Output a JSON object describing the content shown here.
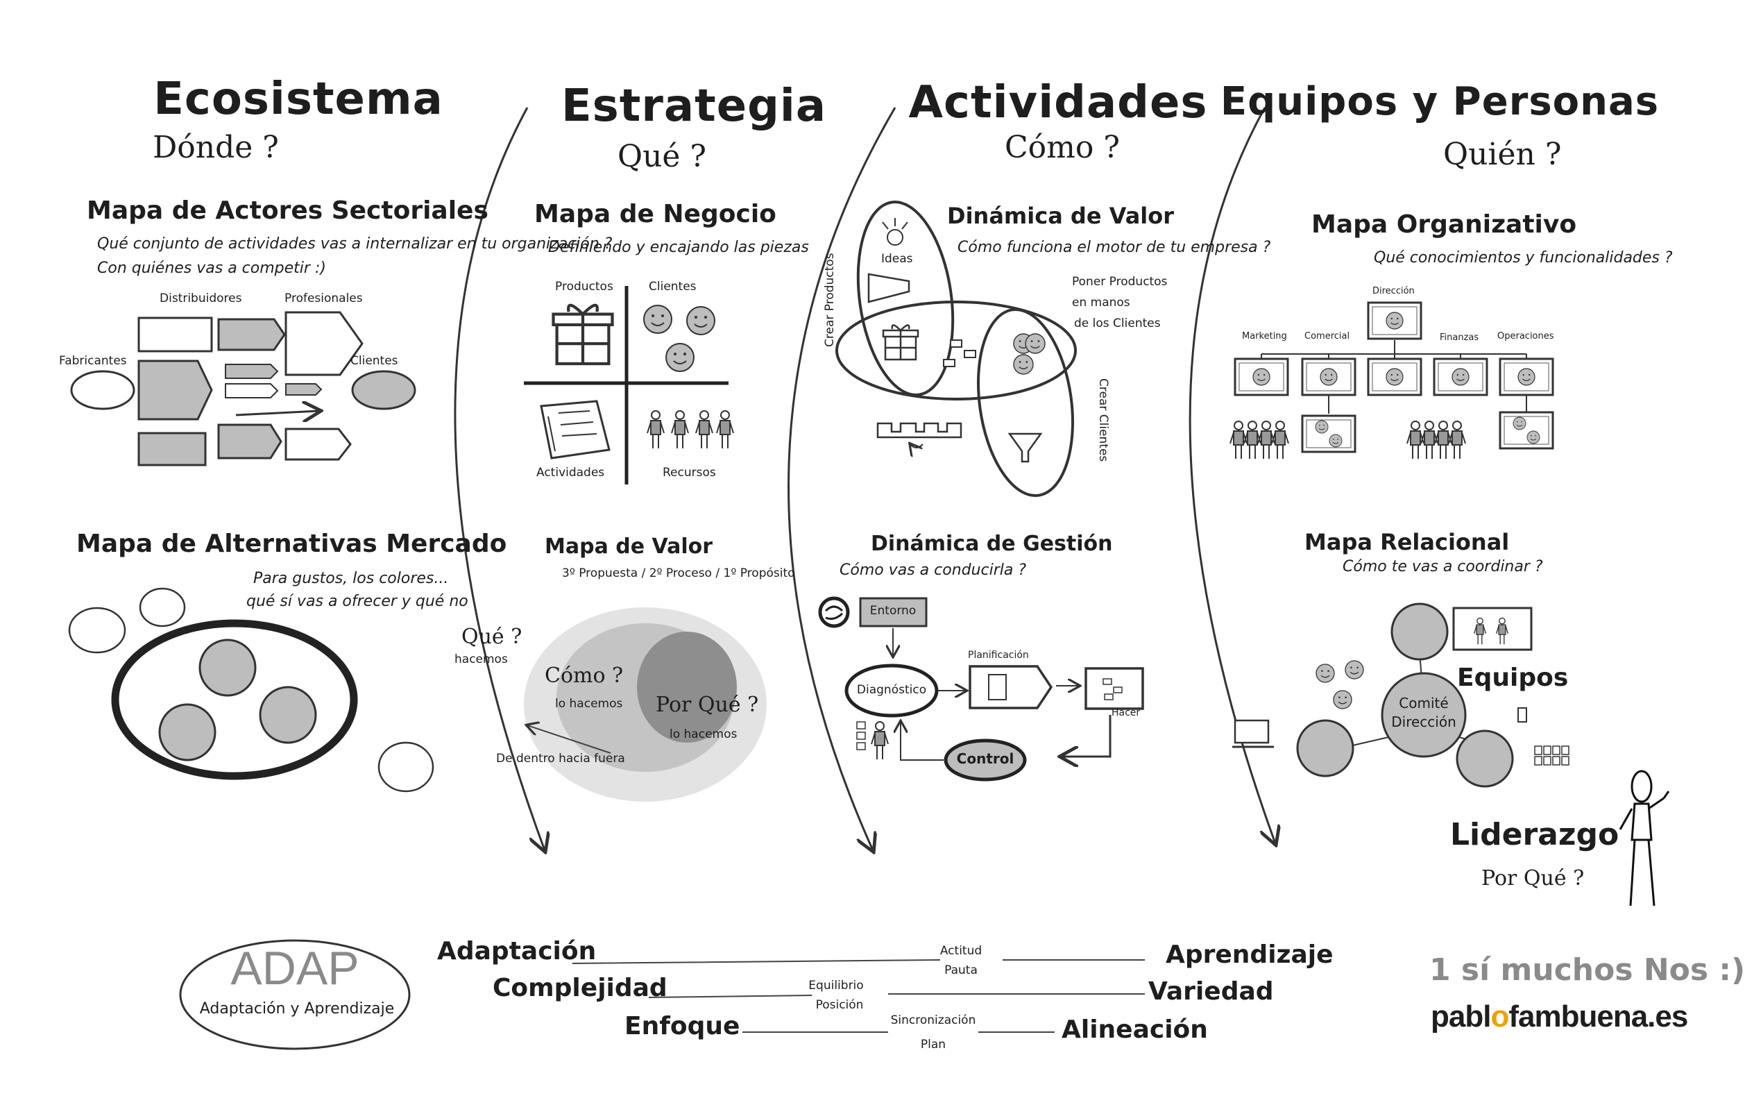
{
  "columns": [
    {
      "title": "Ecosistema",
      "question": "Dónde ?"
    },
    {
      "title": "Estrategia",
      "question": "Qué ?"
    },
    {
      "title": "Actividades",
      "question": "Cómo ?"
    },
    {
      "title": "Equipos y Personas",
      "question": "Quién ?"
    }
  ],
  "ecosistema": {
    "mapa_actores": {
      "title": "Mapa de Actores Sectoriales",
      "question1": "Qué conjunto de actividades vas a internalizar en tu organización ?",
      "question2": "Con quiénes vas a competir :)",
      "labels": {
        "fabricantes": "Fabricantes",
        "distribuidores": "Distribuidores",
        "profesionales": "Profesionales",
        "clientes": "Clientes"
      }
    },
    "mapa_alternativas": {
      "title": "Mapa de Alternativas Mercado",
      "note1": "Para gustos, los colores...",
      "note2": "qué sí vas a ofrecer y qué no"
    }
  },
  "estrategia": {
    "mapa_negocio": {
      "title": "Mapa de Negocio",
      "subtitle": "Definiendo y encajando las piezas",
      "quadrants": [
        "Productos",
        "Clientes",
        "Actividades",
        "Recursos"
      ]
    },
    "mapa_valor": {
      "title": "Mapa de Valor",
      "subtitle": "3º Propuesta / 2º Proceso / 1º Propósito",
      "que": "Qué ?",
      "que_sub": "hacemos",
      "como": "Cómo ?",
      "como_sub": "lo hacemos",
      "porque": "Por Qué ?",
      "porque_sub": "lo hacemos",
      "arrow_label": "De dentro hacia fuera"
    }
  },
  "actividades": {
    "dinamica_valor": {
      "title": "Dinámica de Valor",
      "subtitle": "Cómo funciona el motor de tu empresa ?",
      "ideas": "Ideas",
      "crear_productos": "Crear Productos",
      "poner_productos_1": "Poner Productos",
      "poner_productos_2": "en manos",
      "poner_productos_3": "de los Clientes",
      "crear_clientes": "Crear Clientes"
    },
    "dinamica_gestion": {
      "title": "Dinámica de Gestión",
      "subtitle": "Cómo vas a conducirla ?",
      "entorno": "Entorno",
      "diagnostico": "Diagnóstico",
      "planificacion": "Planificación",
      "hacer": "Hacer",
      "control": "Control"
    }
  },
  "equipos": {
    "mapa_organizativo": {
      "title": "Mapa Organizativo",
      "subtitle": "Qué conocimientos y funcionalidades ?",
      "direccion": "Dirección",
      "departments": [
        "Marketing",
        "Comercial",
        "Finanzas",
        "Operaciones"
      ]
    },
    "mapa_relacional": {
      "title": "Mapa Relacional",
      "subtitle": "Cómo te vas a coordinar ?",
      "comite_1": "Comité",
      "comite_2": "Dirección",
      "equipos": "Equipos"
    },
    "liderazgo": {
      "title": "Liderazgo",
      "question": "Por Qué ?"
    }
  },
  "footer": {
    "adap_logo": "ADAP",
    "adap_sub": "Adaptación y Aprendizaje",
    "rows": [
      {
        "left": "Adaptación",
        "mid1": "Actitud",
        "mid2": "Pauta",
        "right": "Aprendizaje"
      },
      {
        "left": "Complejidad",
        "mid1": "Equilibrio",
        "mid2": "Posición",
        "right": "Variedad"
      },
      {
        "left": "Enfoque",
        "mid1": "Sincronización",
        "mid2": "Plan",
        "right": "Alineación"
      }
    ],
    "thanks": "1 sí muchos Nos :)",
    "brand_pre": "pabl",
    "brand_o": "o",
    "brand_post": "fambuena.es"
  }
}
